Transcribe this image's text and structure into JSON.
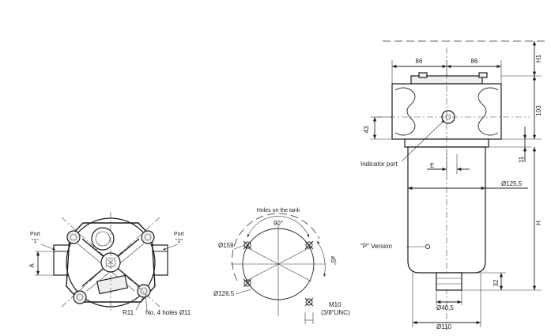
{
  "top_view": {
    "port1_label": "Port",
    "port1_num": "\"1\"",
    "port2_label": "Port",
    "port2_num": "\"2\"",
    "dim_a": "A",
    "radius_label": "R11",
    "holes_label": "No. 4 holes Ø11"
  },
  "tank_holes": {
    "title": "Holes on the tank",
    "angle_top": "90°",
    "angle_side": "45°",
    "dia_outer": "Ø159",
    "dia_inner": "Ø126.5",
    "thread_label": "M10",
    "thread_unc": "(3/8\"UNC)"
  },
  "side_view": {
    "dim_86_left": "86",
    "dim_86_right": "86",
    "dim_h1": "H1",
    "dim_103": "103",
    "dim_43": "43",
    "dim_11": "11",
    "indicator_port": "Indicator port",
    "dim_e": "E",
    "dim_125": "Ø125,5",
    "dim_h": "H",
    "p_version": "\"P\" Version",
    "dim_32": "32",
    "dim_40": "Ø40,5",
    "dim_110": "Ø110"
  }
}
